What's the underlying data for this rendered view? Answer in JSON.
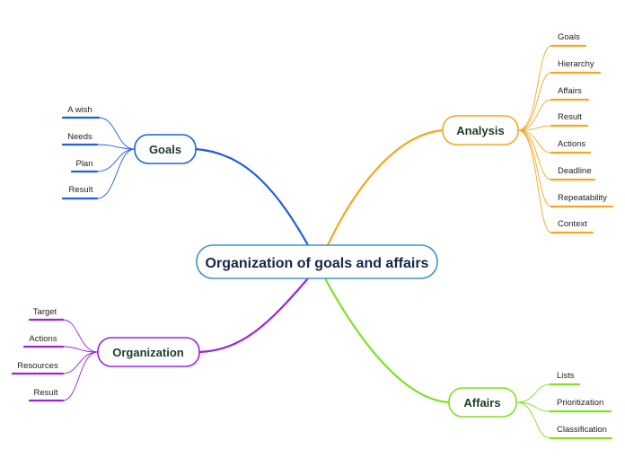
{
  "central": {
    "label": "Organization of goals and affairs",
    "color": "#3f92c7"
  },
  "branches": [
    {
      "id": "goals",
      "label": "Goals",
      "color": "#1f5fe0",
      "items": [
        "A wish",
        "Needs",
        "Plan",
        "Result"
      ]
    },
    {
      "id": "analysis",
      "label": "Analysis",
      "color": "#f5a623",
      "items": [
        "Goals",
        "Hierarchy",
        "Affairs",
        "Result",
        "Actions",
        "Deadline",
        "Repeatability",
        "Context"
      ]
    },
    {
      "id": "organization",
      "label": "Organization",
      "color": "#9b24e0",
      "items": [
        "Target",
        "Actions",
        "Resources",
        "Result"
      ]
    },
    {
      "id": "affairs",
      "label": "Affairs",
      "color": "#7fe024",
      "items": [
        "Lists",
        "Prioritization",
        "Classification"
      ]
    }
  ]
}
